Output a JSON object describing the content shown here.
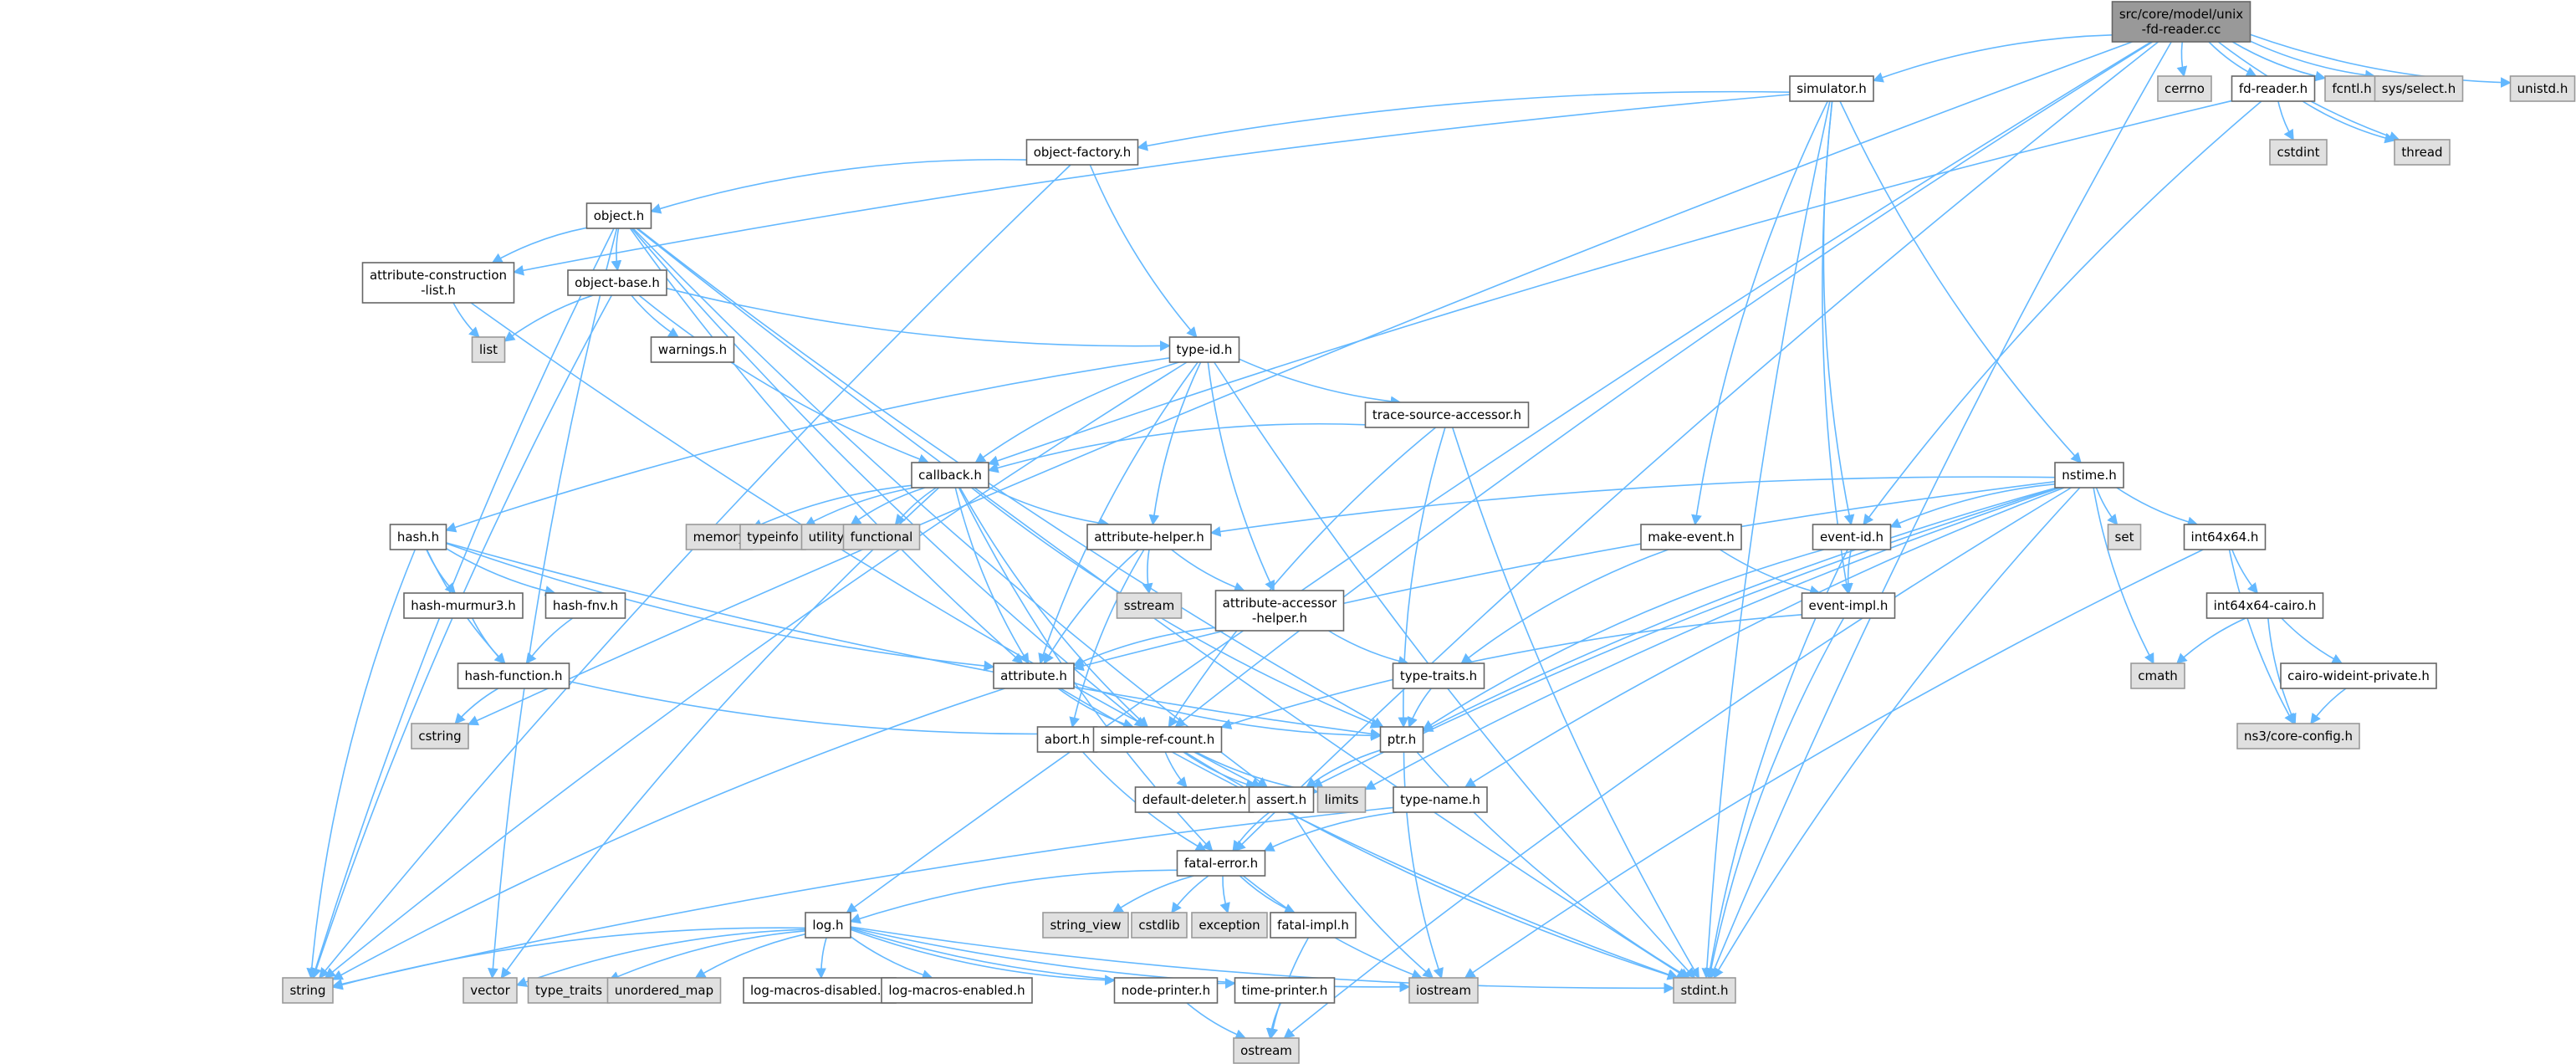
{
  "graph": {
    "title": "",
    "edge_color": "#63b8ff",
    "nodes": [
      {
        "id": "root",
        "lines": [
          "src/core/model/unix",
          "-fd-reader.cc"
        ],
        "kind": "root"
      },
      {
        "id": "simulator",
        "lines": [
          "simulator.h"
        ],
        "kind": "header"
      },
      {
        "id": "cerrno",
        "lines": [
          "cerrno"
        ],
        "kind": "system"
      },
      {
        "id": "fdreader",
        "lines": [
          "fd-reader.h"
        ],
        "kind": "header"
      },
      {
        "id": "fcntl",
        "lines": [
          "fcntl.h"
        ],
        "kind": "system"
      },
      {
        "id": "sysselect",
        "lines": [
          "sys/select.h"
        ],
        "kind": "system"
      },
      {
        "id": "unistd",
        "lines": [
          "unistd.h"
        ],
        "kind": "system"
      },
      {
        "id": "objfactory",
        "lines": [
          "object-factory.h"
        ],
        "kind": "header"
      },
      {
        "id": "cstdint",
        "lines": [
          "cstdint"
        ],
        "kind": "system"
      },
      {
        "id": "thread",
        "lines": [
          "thread"
        ],
        "kind": "system"
      },
      {
        "id": "object",
        "lines": [
          "object.h"
        ],
        "kind": "header"
      },
      {
        "id": "attrcons",
        "lines": [
          "attribute-construction",
          "-list.h"
        ],
        "kind": "header"
      },
      {
        "id": "objbase",
        "lines": [
          "object-base.h"
        ],
        "kind": "header"
      },
      {
        "id": "list",
        "lines": [
          "list"
        ],
        "kind": "system"
      },
      {
        "id": "warnings",
        "lines": [
          "warnings.h"
        ],
        "kind": "header"
      },
      {
        "id": "typeid",
        "lines": [
          "type-id.h"
        ],
        "kind": "header"
      },
      {
        "id": "tsa",
        "lines": [
          "trace-source-accessor.h"
        ],
        "kind": "header"
      },
      {
        "id": "callback",
        "lines": [
          "callback.h"
        ],
        "kind": "header"
      },
      {
        "id": "nstime",
        "lines": [
          "nstime.h"
        ],
        "kind": "header"
      },
      {
        "id": "hash",
        "lines": [
          "hash.h"
        ],
        "kind": "header"
      },
      {
        "id": "memory",
        "lines": [
          "memory"
        ],
        "kind": "system"
      },
      {
        "id": "typeinfo",
        "lines": [
          "typeinfo"
        ],
        "kind": "system"
      },
      {
        "id": "utility",
        "lines": [
          "utility"
        ],
        "kind": "system"
      },
      {
        "id": "functional",
        "lines": [
          "functional"
        ],
        "kind": "system"
      },
      {
        "id": "attrhelper",
        "lines": [
          "attribute-helper.h"
        ],
        "kind": "header"
      },
      {
        "id": "makeevent",
        "lines": [
          "make-event.h"
        ],
        "kind": "header"
      },
      {
        "id": "eventid",
        "lines": [
          "event-id.h"
        ],
        "kind": "header"
      },
      {
        "id": "set",
        "lines": [
          "set"
        ],
        "kind": "system"
      },
      {
        "id": "int64x64",
        "lines": [
          "int64x64.h"
        ],
        "kind": "header"
      },
      {
        "id": "murmur",
        "lines": [
          "hash-murmur3.h"
        ],
        "kind": "header"
      },
      {
        "id": "fnv",
        "lines": [
          "hash-fnv.h"
        ],
        "kind": "header"
      },
      {
        "id": "sstream",
        "lines": [
          "sstream"
        ],
        "kind": "system"
      },
      {
        "id": "attracc",
        "lines": [
          "attribute-accessor",
          "-helper.h"
        ],
        "kind": "header"
      },
      {
        "id": "eventimpl",
        "lines": [
          "event-impl.h"
        ],
        "kind": "header"
      },
      {
        "id": "int64cairo",
        "lines": [
          "int64x64-cairo.h"
        ],
        "kind": "header"
      },
      {
        "id": "hashfunc",
        "lines": [
          "hash-function.h"
        ],
        "kind": "header"
      },
      {
        "id": "attribute",
        "lines": [
          "attribute.h"
        ],
        "kind": "header"
      },
      {
        "id": "typetraits",
        "lines": [
          "type-traits.h"
        ],
        "kind": "header"
      },
      {
        "id": "cmath",
        "lines": [
          "cmath"
        ],
        "kind": "system"
      },
      {
        "id": "cairowide",
        "lines": [
          "cairo-wideint-private.h"
        ],
        "kind": "header"
      },
      {
        "id": "cstring",
        "lines": [
          "cstring"
        ],
        "kind": "system"
      },
      {
        "id": "abort",
        "lines": [
          "abort.h"
        ],
        "kind": "header"
      },
      {
        "id": "simpleref",
        "lines": [
          "simple-ref-count.h"
        ],
        "kind": "header"
      },
      {
        "id": "ptr",
        "lines": [
          "ptr.h"
        ],
        "kind": "header"
      },
      {
        "id": "coreconfig",
        "lines": [
          "ns3/core-config.h"
        ],
        "kind": "system"
      },
      {
        "id": "defdel",
        "lines": [
          "default-deleter.h"
        ],
        "kind": "header"
      },
      {
        "id": "assert",
        "lines": [
          "assert.h"
        ],
        "kind": "header"
      },
      {
        "id": "limits",
        "lines": [
          "limits"
        ],
        "kind": "system"
      },
      {
        "id": "typename",
        "lines": [
          "type-name.h"
        ],
        "kind": "header"
      },
      {
        "id": "fatalerror",
        "lines": [
          "fatal-error.h"
        ],
        "kind": "header"
      },
      {
        "id": "stringview",
        "lines": [
          "string_view"
        ],
        "kind": "system"
      },
      {
        "id": "cstdlib",
        "lines": [
          "cstdlib"
        ],
        "kind": "system"
      },
      {
        "id": "exception",
        "lines": [
          "exception"
        ],
        "kind": "system"
      },
      {
        "id": "fatalimpl",
        "lines": [
          "fatal-impl.h"
        ],
        "kind": "header"
      },
      {
        "id": "log",
        "lines": [
          "log.h"
        ],
        "kind": "header"
      },
      {
        "id": "string",
        "lines": [
          "string"
        ],
        "kind": "system"
      },
      {
        "id": "vector",
        "lines": [
          "vector"
        ],
        "kind": "system"
      },
      {
        "id": "typetraitsstd",
        "lines": [
          "type_traits"
        ],
        "kind": "system"
      },
      {
        "id": "umap",
        "lines": [
          "unordered_map"
        ],
        "kind": "system"
      },
      {
        "id": "logdis",
        "lines": [
          "log-macros-disabled.h"
        ],
        "kind": "header"
      },
      {
        "id": "logen",
        "lines": [
          "log-macros-enabled.h"
        ],
        "kind": "header"
      },
      {
        "id": "nodeprinter",
        "lines": [
          "node-printer.h"
        ],
        "kind": "header"
      },
      {
        "id": "timeprinter",
        "lines": [
          "time-printer.h"
        ],
        "kind": "header"
      },
      {
        "id": "iostream",
        "lines": [
          "iostream"
        ],
        "kind": "system"
      },
      {
        "id": "stdint",
        "lines": [
          "stdint.h"
        ],
        "kind": "system"
      },
      {
        "id": "ostream",
        "lines": [
          "ostream"
        ],
        "kind": "system"
      }
    ],
    "edges": [
      [
        "root",
        "simulator"
      ],
      [
        "root",
        "cerrno"
      ],
      [
        "root",
        "fdreader"
      ],
      [
        "root",
        "fcntl"
      ],
      [
        "root",
        "sysselect"
      ],
      [
        "root",
        "unistd"
      ],
      [
        "root",
        "thread"
      ],
      [
        "root",
        "log"
      ],
      [
        "root",
        "cstring"
      ],
      [
        "root",
        "fatalerror"
      ],
      [
        "root",
        "simpleref"
      ],
      [
        "root",
        "stdint"
      ],
      [
        "simulator",
        "objfactory"
      ],
      [
        "simulator",
        "attrcons"
      ],
      [
        "simulator",
        "makeevent"
      ],
      [
        "simulator",
        "eventid"
      ],
      [
        "simulator",
        "eventimpl"
      ],
      [
        "simulator",
        "nstime"
      ],
      [
        "simulator",
        "stdint"
      ],
      [
        "fdreader",
        "cstdint"
      ],
      [
        "fdreader",
        "thread"
      ],
      [
        "fdreader",
        "callback"
      ],
      [
        "fdreader",
        "eventid"
      ],
      [
        "objfactory",
        "object"
      ],
      [
        "objfactory",
        "typeid"
      ],
      [
        "objfactory",
        "string"
      ],
      [
        "object",
        "attrcons"
      ],
      [
        "object",
        "objbase"
      ],
      [
        "object",
        "ptr"
      ],
      [
        "object",
        "attribute"
      ],
      [
        "object",
        "simpleref"
      ],
      [
        "object",
        "string"
      ],
      [
        "object",
        "vector"
      ],
      [
        "object",
        "stdint"
      ],
      [
        "object",
        "assert"
      ],
      [
        "attrcons",
        "list"
      ],
      [
        "attrcons",
        "assert"
      ],
      [
        "objbase",
        "list"
      ],
      [
        "objbase",
        "warnings"
      ],
      [
        "objbase",
        "typeid"
      ],
      [
        "objbase",
        "callback"
      ],
      [
        "objbase",
        "string"
      ],
      [
        "typeid",
        "tsa"
      ],
      [
        "typeid",
        "callback"
      ],
      [
        "typeid",
        "attrhelper"
      ],
      [
        "typeid",
        "attracc"
      ],
      [
        "typeid",
        "attribute"
      ],
      [
        "typeid",
        "hash"
      ],
      [
        "typeid",
        "string"
      ],
      [
        "typeid",
        "stdint"
      ],
      [
        "tsa",
        "callback"
      ],
      [
        "tsa",
        "ptr"
      ],
      [
        "tsa",
        "simpleref"
      ],
      [
        "tsa",
        "stdint"
      ],
      [
        "callback",
        "memory"
      ],
      [
        "callback",
        "typeinfo"
      ],
      [
        "callback",
        "utility"
      ],
      [
        "callback",
        "functional"
      ],
      [
        "callback",
        "attrhelper"
      ],
      [
        "callback",
        "attribute"
      ],
      [
        "callback",
        "simpleref"
      ],
      [
        "callback",
        "ptr"
      ],
      [
        "callback",
        "fatalerror"
      ],
      [
        "callback",
        "vector"
      ],
      [
        "nstime",
        "attrhelper"
      ],
      [
        "nstime",
        "eventid"
      ],
      [
        "nstime",
        "set"
      ],
      [
        "nstime",
        "int64x64"
      ],
      [
        "nstime",
        "cmath"
      ],
      [
        "nstime",
        "attribute"
      ],
      [
        "nstime",
        "assert"
      ],
      [
        "nstime",
        "typename"
      ],
      [
        "nstime",
        "limits"
      ],
      [
        "nstime",
        "ostream"
      ],
      [
        "nstime",
        "stdint"
      ],
      [
        "nstime",
        "ptr"
      ],
      [
        "hash",
        "murmur"
      ],
      [
        "hash",
        "fnv"
      ],
      [
        "hash",
        "hashfunc"
      ],
      [
        "hash",
        "attribute"
      ],
      [
        "hash",
        "ptr"
      ],
      [
        "hash",
        "string"
      ],
      [
        "attrhelper",
        "sstream"
      ],
      [
        "attrhelper",
        "attracc"
      ],
      [
        "attrhelper",
        "attribute"
      ],
      [
        "attrhelper",
        "abort"
      ],
      [
        "makeevent",
        "eventimpl"
      ],
      [
        "makeevent",
        "typetraits"
      ],
      [
        "eventid",
        "eventimpl"
      ],
      [
        "eventid",
        "ptr"
      ],
      [
        "eventid",
        "stdint"
      ],
      [
        "int64x64",
        "int64cairo"
      ],
      [
        "int64x64",
        "coreconfig"
      ],
      [
        "int64x64",
        "iostream"
      ],
      [
        "murmur",
        "hashfunc"
      ],
      [
        "fnv",
        "hashfunc"
      ],
      [
        "attracc",
        "attribute"
      ],
      [
        "attracc",
        "typetraits"
      ],
      [
        "eventimpl",
        "simpleref"
      ],
      [
        "eventimpl",
        "stdint"
      ],
      [
        "int64cairo",
        "cmath"
      ],
      [
        "int64cairo",
        "cairowide"
      ],
      [
        "int64cairo",
        "coreconfig"
      ],
      [
        "hashfunc",
        "cstring"
      ],
      [
        "hashfunc",
        "simpleref"
      ],
      [
        "attribute",
        "simpleref"
      ],
      [
        "attribute",
        "ptr"
      ],
      [
        "attribute",
        "string"
      ],
      [
        "attribute",
        "stdint"
      ],
      [
        "typetraits",
        "ptr"
      ],
      [
        "cairowide",
        "coreconfig"
      ],
      [
        "abort",
        "fatalerror"
      ],
      [
        "simpleref",
        "defdel"
      ],
      [
        "simpleref",
        "assert"
      ],
      [
        "simpleref",
        "limits"
      ],
      [
        "simpleref",
        "stdint"
      ],
      [
        "ptr",
        "assert"
      ],
      [
        "ptr",
        "iostream"
      ],
      [
        "ptr",
        "stdint"
      ],
      [
        "assert",
        "fatalerror"
      ],
      [
        "assert",
        "iostream"
      ],
      [
        "typename",
        "fatalerror"
      ],
      [
        "typename",
        "string"
      ],
      [
        "fatalerror",
        "stringview"
      ],
      [
        "fatalerror",
        "cstdlib"
      ],
      [
        "fatalerror",
        "exception"
      ],
      [
        "fatalerror",
        "fatalimpl"
      ],
      [
        "fatalerror",
        "log"
      ],
      [
        "fatalerror",
        "iostream"
      ],
      [
        "fatalimpl",
        "ostream"
      ],
      [
        "log",
        "string"
      ],
      [
        "log",
        "vector"
      ],
      [
        "log",
        "typetraitsstd"
      ],
      [
        "log",
        "umap"
      ],
      [
        "log",
        "logdis"
      ],
      [
        "log",
        "logen"
      ],
      [
        "log",
        "nodeprinter"
      ],
      [
        "log",
        "timeprinter"
      ],
      [
        "log",
        "iostream"
      ],
      [
        "log",
        "stdint"
      ],
      [
        "nodeprinter",
        "ostream"
      ],
      [
        "timeprinter",
        "ostream"
      ]
    ]
  }
}
